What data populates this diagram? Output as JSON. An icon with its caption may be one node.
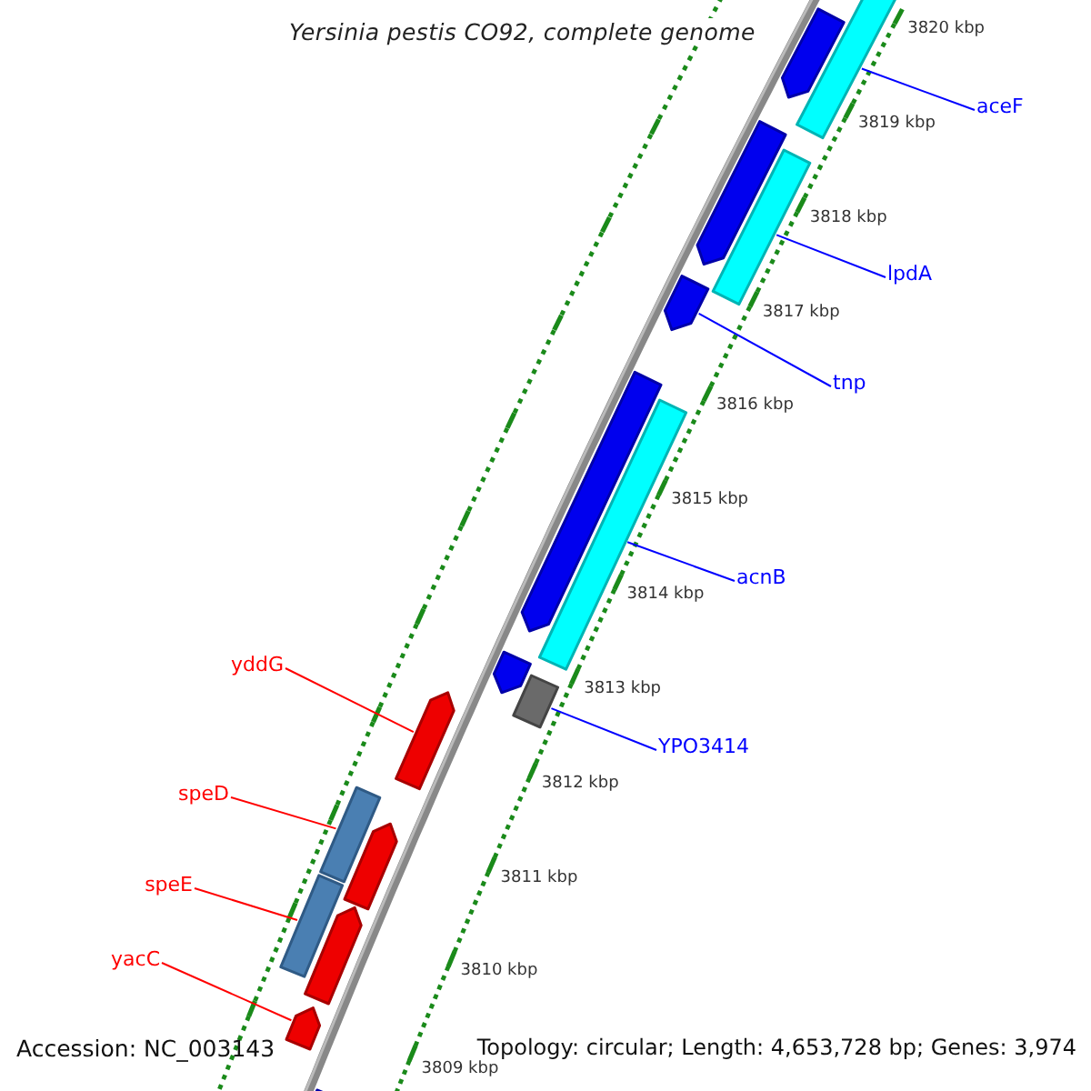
{
  "diagram": {
    "title": "Yersinia pestis CO92, complete genome",
    "nodes": [
      {
        "text": [],
        "shape": "arrow"
      },
      {
        "text": [],
        "shape": "bar"
      },
      {
        "text": [
          "aceF"
        ]
      },
      {
        "text": [],
        "shape": "arrow"
      },
      {
        "text": [],
        "shape": "bar"
      },
      {
        "text": [
          "lpdA"
        ]
      },
      {
        "text": [],
        "shape": "arrow"
      },
      {
        "text": [
          "tnp"
        ]
      },
      {
        "text": [],
        "shape": "arrow"
      },
      {
        "text": [],
        "shape": "bar"
      },
      {
        "text": [
          "acnB"
        ]
      },
      {
        "text": [],
        "shape": "arrow"
      },
      {
        "text": [],
        "shape": "bar"
      },
      {
        "text": [
          "yddG"
        ]
      },
      {
        "text": [],
        "shape": "arrow"
      },
      {
        "text": [
          "YPO3414"
        ]
      },
      {
        "text": [
          "speD"
        ]
      },
      {
        "text": [],
        "shape": "bar"
      },
      {
        "text": [],
        "shape": "arrow"
      },
      {
        "text": [
          "speE"
        ]
      },
      {
        "text": [],
        "shape": "bar"
      },
      {
        "text": [],
        "shape": "arrow"
      },
      {
        "text": [
          "yacC"
        ]
      },
      {
        "text": [],
        "shape": "arrow"
      },
      {
        "text": [],
        "shape": "arrow"
      }
    ],
    "edges": [
      {
        "from": 2,
        "to": 1,
        "arrow": "none"
      },
      {
        "from": 5,
        "to": 4,
        "arrow": "none"
      },
      {
        "from": 7,
        "to": 6,
        "arrow": "none"
      },
      {
        "from": 10,
        "to": 9,
        "arrow": "none"
      },
      {
        "from": 13,
        "to": 14,
        "arrow": "none",
        "color": "#ff0000"
      },
      {
        "from": 15,
        "to": 12,
        "arrow": "none"
      },
      {
        "from": 16,
        "to": 17,
        "arrow": "none",
        "color": "#ff0000"
      },
      {
        "from": 19,
        "to": 20,
        "arrow": "none",
        "color": "#ff0000"
      },
      {
        "from": 22,
        "to": 23,
        "arrow": "none",
        "color": "#ff0000"
      }
    ],
    "labels": [
      "3820 kbp",
      "3819 kbp",
      "3818 kbp",
      "3817 kbp",
      "3816 kbp",
      "3815 kbp",
      "3814 kbp",
      "3813 kbp",
      "3812 kbp",
      "3811 kbp",
      "3810 kbp",
      "3809 kbp",
      "Accession: NC_003143",
      "Topology: circular; Length: 4,653,728 bp; Genes: 3,974"
    ]
  }
}
